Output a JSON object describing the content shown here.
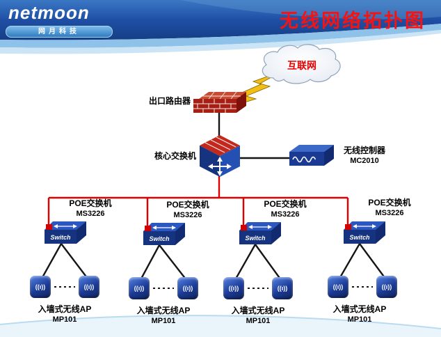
{
  "header": {
    "logo_text": "netmoon",
    "logo_subtitle": "网月科技",
    "title": "无线网络拓扑图"
  },
  "internet": {
    "label": "互联网"
  },
  "router": {
    "label": "出口路由器"
  },
  "core_switch": {
    "label": "核心交换机"
  },
  "controller": {
    "label": "无线控制器",
    "model": "MC2010"
  },
  "poe_switches": [
    {
      "label": "POE交换机",
      "model": "MS3226"
    },
    {
      "label": "POE交换机",
      "model": "MS3226"
    },
    {
      "label": "POE交换机",
      "model": "MS3226"
    },
    {
      "label": "POE交换机",
      "model": "MS3226"
    }
  ],
  "ap_groups": [
    {
      "label": "入墙式无线AP",
      "model": "MP101"
    },
    {
      "label": "入墙式无线AP",
      "model": "MP101"
    },
    {
      "label": "入墙式无线AP",
      "model": "MP101"
    },
    {
      "label": "入墙式无线AP",
      "model": "MP101"
    }
  ],
  "switch_icon_label": "Switch",
  "ap_icon_glyph": "((ı))",
  "colors": {
    "banner_blue": "#1e4fa5",
    "band_light_blue": "#8fc2e9",
    "title_red": "#f41414",
    "trunk_line_red": "#e10000",
    "link_line_black": "#151515",
    "device_blue": "#16337f",
    "brick_red": "#a61e14",
    "lightning_yellow": "#f2be16"
  }
}
